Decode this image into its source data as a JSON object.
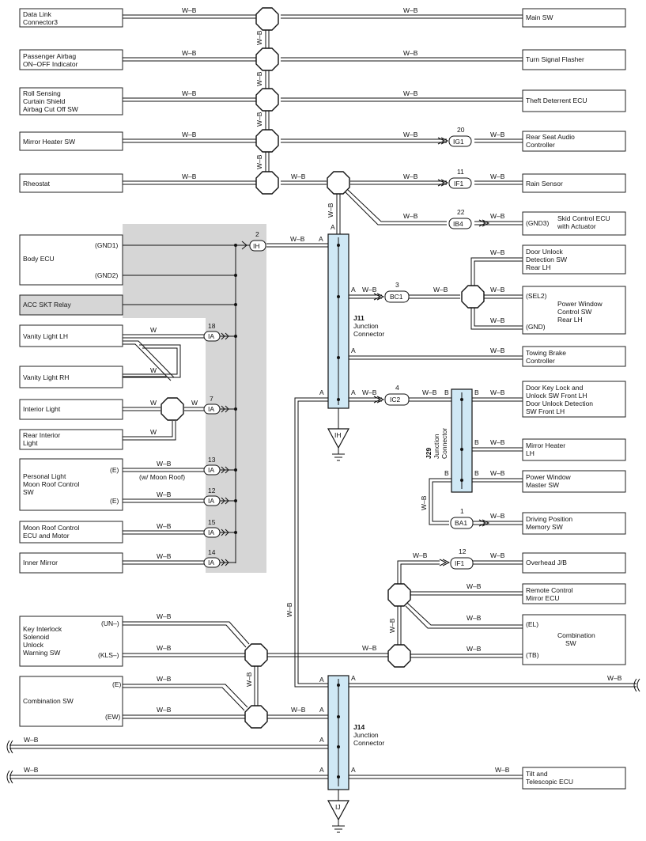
{
  "wire": {
    "wb": "W–B",
    "w": "W"
  },
  "left": {
    "data_link": [
      "Data Link",
      "Connector3"
    ],
    "pass_airbag": [
      "Passenger Airbag",
      "ON–OFF Indicator"
    ],
    "roll_sensing": [
      "Roll Sensing",
      "Curtain Shield",
      "Airbag Cut Off SW"
    ],
    "mirror_heater_sw": "Mirror Heater SW",
    "rheostat": "Rheostat",
    "body_ecu": "Body ECU",
    "body_ecu_gnd1": "(GND1)",
    "body_ecu_gnd2": "(GND2)",
    "acc_skt": "ACC SKT Relay",
    "vanity_lh": "Vanity Light LH",
    "vanity_rh": "Vanity Light RH",
    "interior": "Interior Light",
    "rear_interior": [
      "Rear Interior",
      "Light"
    ],
    "personal": [
      "Personal Light",
      "Moon Roof Control",
      "SW"
    ],
    "personal_e1": "(E)",
    "personal_e2": "(E)",
    "moon_roof_note": "(w/ Moon Roof)",
    "moon_ecu": [
      "Moon Roof Control",
      "ECU and Motor"
    ],
    "inner_mirror": "Inner Mirror",
    "key_interlock": [
      "Key Interlock",
      "Solenoid",
      "Unlock",
      "Warning SW"
    ],
    "key_un": "(UN–)",
    "key_kls": "(KLS–)",
    "combination_sw": "Combination SW",
    "comb_e": "(E)",
    "comb_ew": "(EW)"
  },
  "right": {
    "main_sw": "Main SW",
    "turn_signal": "Turn Signal Flasher",
    "theft": "Theft Deterrent ECU",
    "rear_seat_audio": [
      "Rear Seat Audio",
      "Controller"
    ],
    "rain_sensor": "Rain Sensor",
    "skid": [
      "Skid Control ECU",
      "with Actuator"
    ],
    "skid_gnd3": "(GND3)",
    "door_unlock_rear": [
      "Door Unlock",
      "Detection SW",
      "Rear LH"
    ],
    "pw_rear": [
      "Power Window",
      "Control SW",
      "Rear LH"
    ],
    "pw_rear_sel2": "(SEL2)",
    "pw_rear_gnd": "(GND)",
    "towing": [
      "Towing Brake",
      "Controller"
    ],
    "door_key": [
      "Door Key Lock and",
      "Unlock SW Front LH",
      "Door Unlock Detection",
      "SW Front LH"
    ],
    "mirror_heater_lh": [
      "Mirror Heater",
      "LH"
    ],
    "pw_master": [
      "Power Window",
      "Master SW"
    ],
    "driving_pos": [
      "Driving Position",
      "Memory SW"
    ],
    "overhead": "Overhead J/B",
    "remote_mirror": [
      "Remote Control",
      "Mirror ECU"
    ],
    "combination": [
      "Combination",
      "SW"
    ],
    "comb_el": "(EL)",
    "comb_tb": "(TB)",
    "tilt": [
      "Tilt and",
      "Telescopic ECU"
    ]
  },
  "connectors": {
    "ig1": {
      "id": "IG1",
      "pin": "20"
    },
    "if1a": {
      "id": "IF1",
      "pin": "11"
    },
    "ib4": {
      "id": "IB4",
      "pin": "22"
    },
    "ih": {
      "id": "IH",
      "pin": "2"
    },
    "bc1": {
      "id": "BC1",
      "pin": "3"
    },
    "ia18": {
      "id": "IA",
      "pin": "18"
    },
    "ia7": {
      "id": "IA",
      "pin": "7"
    },
    "ic2": {
      "id": "IC2",
      "pin": "4"
    },
    "ia13": {
      "id": "IA",
      "pin": "13"
    },
    "ia12": {
      "id": "IA",
      "pin": "12"
    },
    "ia15": {
      "id": "IA",
      "pin": "15"
    },
    "ia14": {
      "id": "IA",
      "pin": "14"
    },
    "ba1": {
      "id": "BA1",
      "pin": "1"
    },
    "if1b": {
      "id": "IF1",
      "pin": "12"
    }
  },
  "junctions": {
    "j11": {
      "code": "J11",
      "name": [
        "Junction",
        "Connector"
      ]
    },
    "j29": {
      "code": "J29",
      "name": [
        "Junction",
        "Connector"
      ]
    },
    "j14": {
      "code": "J14",
      "name": [
        "Junction",
        "Connector"
      ]
    }
  },
  "pins": {
    "a": "A",
    "b": "B"
  },
  "grounds": {
    "ih": "IH",
    "ij": "IJ"
  },
  "colors": {
    "junction_fill": "#cfe8f5",
    "shade": "#d6d6d6"
  }
}
